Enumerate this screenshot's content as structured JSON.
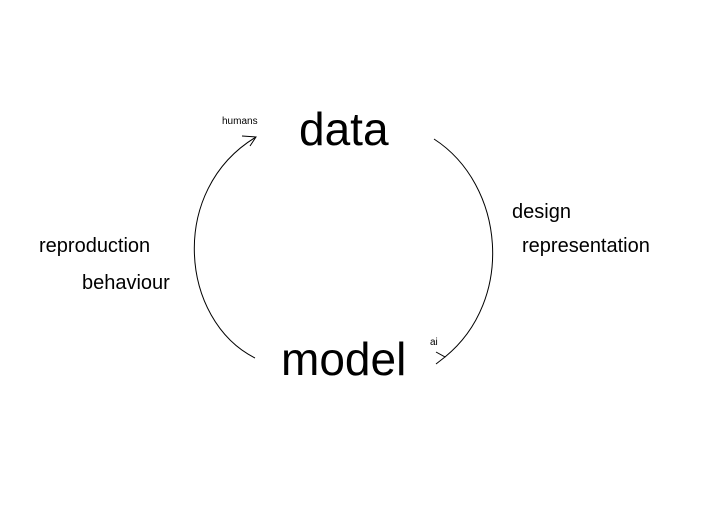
{
  "nodes": {
    "top": "data",
    "bottom": "model"
  },
  "agents": {
    "top_left": "humans",
    "bottom_right": "ai"
  },
  "edges": {
    "right": [
      "design",
      "representation"
    ],
    "left": [
      "reproduction",
      "behaviour"
    ]
  },
  "colors": {
    "line": "#000000",
    "text": "#000000",
    "background": "#ffffff"
  }
}
